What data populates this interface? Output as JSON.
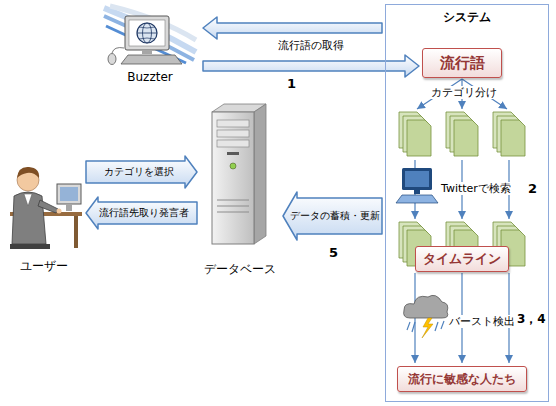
{
  "diagram": {
    "nodes": [
      {
        "text": [
          "Buzzter"
        ]
      },
      {
        "text": [
          "システム"
        ]
      },
      {
        "text": [
          "流行語"
        ],
        "in": 1
      },
      {
        "text": [
          "タイムライン"
        ],
        "in": 1
      },
      {
        "text": [
          "流行に敏感な人たち"
        ],
        "in": 1
      },
      {
        "text": [
          "ユーザー"
        ]
      },
      {
        "text": [
          "データベース"
        ]
      }
    ],
    "edges": [
      {
        "from": 1,
        "to": 0,
        "arrow": "to"
      },
      {
        "from": 0,
        "to": 2,
        "arrow": "to",
        "label": "流行語の取得"
      },
      {
        "from": 5,
        "to": 6,
        "arrow": "to",
        "label": "カテゴリを選択"
      },
      {
        "from": 6,
        "to": 5,
        "arrow": "to",
        "label": "流行語先取り発言者"
      },
      {
        "from": 1,
        "to": 6,
        "arrow": "to",
        "label": "データの蓄積・更新"
      }
    ],
    "labels": [
      "1",
      "2",
      "3，4",
      "5",
      "カテゴリ分け",
      "Twitterで検索",
      "バースト検出"
    ]
  }
}
